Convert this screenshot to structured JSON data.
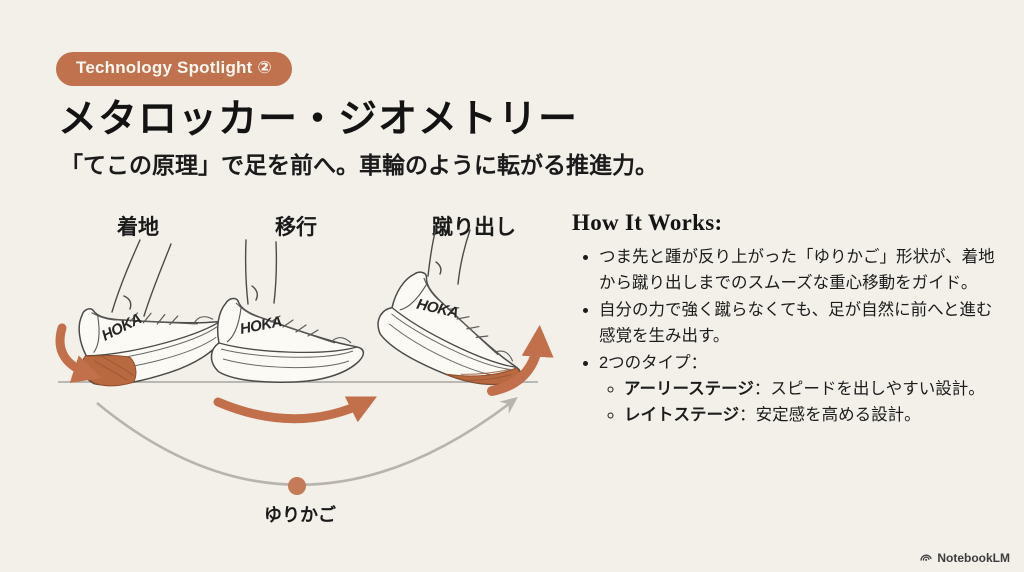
{
  "badge": {
    "label": "Technology Spotlight ②"
  },
  "title": "メタロッカー・ジオメトリー",
  "subtitle": "「てこの原理」で足を前へ。車輪のように転がる推進力。",
  "diagram": {
    "phase_labels": [
      {
        "label": "着地"
      },
      {
        "label": "移行"
      },
      {
        "label": "蹴り出し"
      }
    ],
    "brand": "HOKA",
    "rocker_label": "ゆりかご"
  },
  "how_it_works": {
    "heading": "How It Works:",
    "bullets": [
      {
        "text": "つま先と踵が反り上がった「ゆりかご」形状が、着地から蹴り出しまでのスムーズな重心移動をガイド。"
      },
      {
        "text": "自分の力で強く蹴らなくても、足が自然に前へと進む感覚を生み出す。"
      },
      {
        "text": "2つのタイプ：",
        "subs": [
          {
            "bold": "アーリーステージ",
            "rest": "：スピードを出しやすい設計。"
          },
          {
            "bold": "レイトステージ",
            "rest": "：安定感を高める設計。"
          }
        ]
      }
    ]
  },
  "footer": {
    "brand": "NotebookLM"
  },
  "colors": {
    "background": "#f2f0e9",
    "badge": "#c0714e",
    "arrow_orange": "#c2704b",
    "shoe_highlight": "#b8693f",
    "arc_gray": "#b6b4ae",
    "text": "#161616"
  }
}
